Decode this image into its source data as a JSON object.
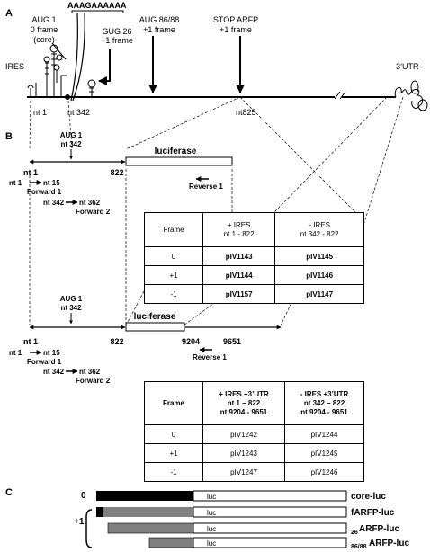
{
  "panel_labels": {
    "a": "A",
    "b": "B",
    "c": "C"
  },
  "panel_a": {
    "polyA": "AAAGAAAAAA",
    "aug1_lines": [
      "AUG 1",
      "0 frame",
      "(core)"
    ],
    "gug26_lines": [
      "GUG 26",
      "+1 frame"
    ],
    "aug8688_lines": [
      "AUG 86/88",
      "+1 frame"
    ],
    "stop_lines": [
      "STOP ARFP",
      "+1 frame"
    ],
    "ires": "IRES",
    "utr3": "3’UTR",
    "nt1": "nt 1",
    "nt342": "nt 342",
    "nt825": "nt825"
  },
  "panel_b": {
    "construct1": {
      "aug_lines": [
        "AUG 1",
        "nt 342"
      ],
      "nt1": "nt 1",
      "pos822": "822",
      "luciferase": "luciferase",
      "fwd1_from": "nt 1",
      "fwd1_to": "nt 15",
      "fwd1_name": "Forward 1",
      "fwd2_from": "nt 342",
      "fwd2_to": "nt 362",
      "fwd2_name": "Forward 2",
      "reverse": "Reverse 1"
    },
    "table1": {
      "headers": [
        "Frame",
        "+ IRES",
        "- IRES"
      ],
      "subheaders": [
        "",
        "nt 1 - 822",
        "nt 342 - 822"
      ],
      "rows": [
        [
          "0",
          "pIV1143",
          "pIV1145"
        ],
        [
          "+1",
          "pIV1144",
          "pIV1146"
        ],
        [
          "-1",
          "pIV1157",
          "pIV1147"
        ]
      ]
    },
    "construct2": {
      "aug_lines": [
        "AUG 1",
        "nt 342"
      ],
      "nt1": "nt 1",
      "pos822": "822",
      "pos9204": "9204",
      "pos9651": "9651",
      "luciferase": "luciferase",
      "fwd1_from": "nt 1",
      "fwd1_to": "nt 15",
      "fwd1_name": "Forward 1",
      "fwd2_from": "nt 342",
      "fwd2_to": "nt 362",
      "fwd2_name": "Forward 2",
      "reverse": "Reverse 1"
    },
    "table2": {
      "headers": [
        "Frame",
        "+ IRES +3’UTR",
        "- IRES +3’UTR"
      ],
      "subheaders_a": [
        "",
        "nt 1 – 822",
        "nt 342 – 822"
      ],
      "subheaders_b": [
        "",
        "nt 9204 - 9651",
        "nt 9204 - 9651"
      ],
      "rows": [
        [
          "0",
          "pIV1242",
          "pIV1244"
        ],
        [
          "+1",
          "pIV1243",
          "pIV1245"
        ],
        [
          "-1",
          "pIV1247",
          "pIV1246"
        ]
      ]
    }
  },
  "panel_c": {
    "frame0": "0",
    "frame1": "+1",
    "bars": [
      {
        "luc": "luc",
        "name": "core-luc"
      },
      {
        "luc": "luc",
        "name": "fARFP-luc"
      },
      {
        "luc": "luc",
        "prefix": "26",
        "name": "ARFP-luc"
      },
      {
        "luc": "luc",
        "prefix": "86/88",
        "name": "ARFP-luc"
      }
    ]
  },
  "colors": {
    "black": "#000000",
    "gray": "#808080",
    "white": "#ffffff"
  }
}
